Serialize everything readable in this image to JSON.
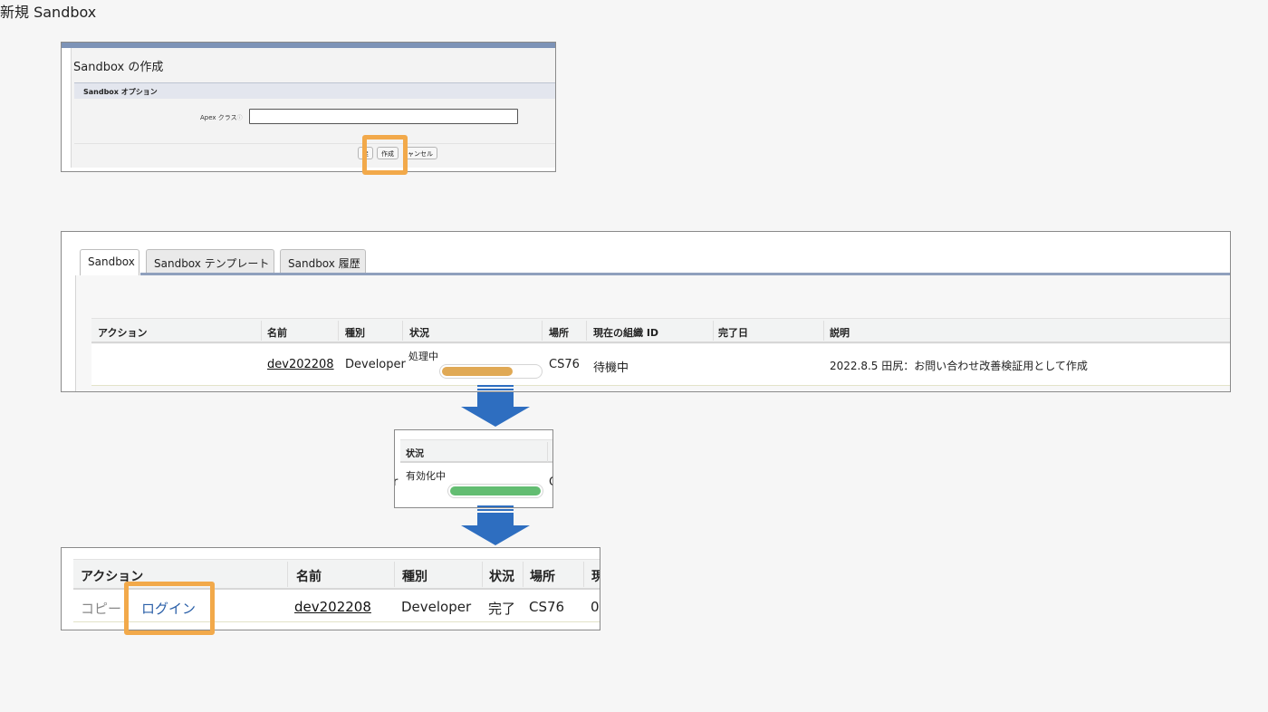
{
  "create_panel": {
    "title": "Sandbox の作成",
    "section_title": "Sandbox オプション",
    "apex_label": "Apex クラス",
    "apex_value": "",
    "buttons": {
      "back": "戻",
      "create": "作成",
      "cancel": "ャンセル"
    }
  },
  "list_panel": {
    "tabs": [
      "Sandbox",
      "Sandbox テンプレート",
      "Sandbox 履歴"
    ],
    "new_button": "新規 Sandbox",
    "columns": [
      "アクション",
      "名前",
      "種別",
      "状況",
      "場所",
      "現在の組織 ID",
      "完了日",
      "説明"
    ],
    "row": {
      "action": "",
      "name": "dev202208",
      "type": "Developer",
      "status": "処理中",
      "location": "CS76",
      "org_id": "待機中",
      "completed": "",
      "description": "2022.8.5 田尻：お問い合わせ改善検証用として作成"
    },
    "progress_color": "#e0a955"
  },
  "status_panel": {
    "column": "状況",
    "status": "有効化中",
    "left_char": "r",
    "right_char": "C",
    "progress_color": "#63bd72"
  },
  "result_panel": {
    "columns": [
      "アクション",
      "名前",
      "種別",
      "状況",
      "場所",
      "現"
    ],
    "row": {
      "copy": "コピー",
      "login": "ログイン",
      "name": "dev202208",
      "type": "Developer",
      "status": "完了",
      "location": "CS76",
      "org_id": "0"
    }
  },
  "colors": {
    "highlight": "#f2a94a",
    "arrow": "#2e6ec0",
    "tab_line": "#8fa0bd"
  }
}
